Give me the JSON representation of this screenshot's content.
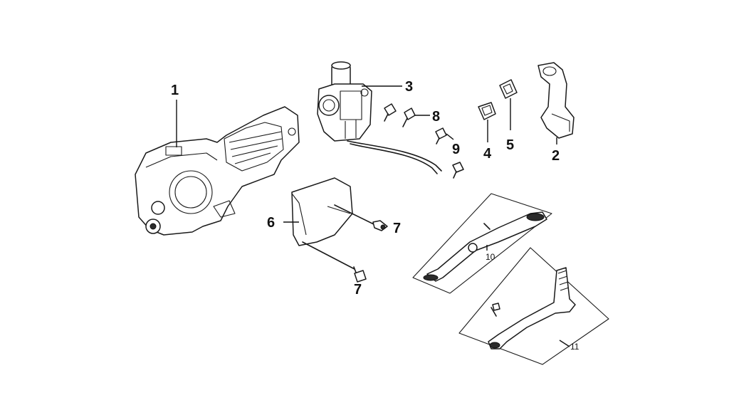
{
  "callouts": {
    "engine": "1",
    "intake_manifold": "2",
    "carburetor": "3",
    "gasket_small": "4",
    "gasket_large": "5",
    "cover": "6",
    "bolt_right": "7",
    "bolt_lower": "7",
    "carb_screw": "8",
    "bolts_pair": "9",
    "shift_lever": "10",
    "kick_starter": "11"
  }
}
